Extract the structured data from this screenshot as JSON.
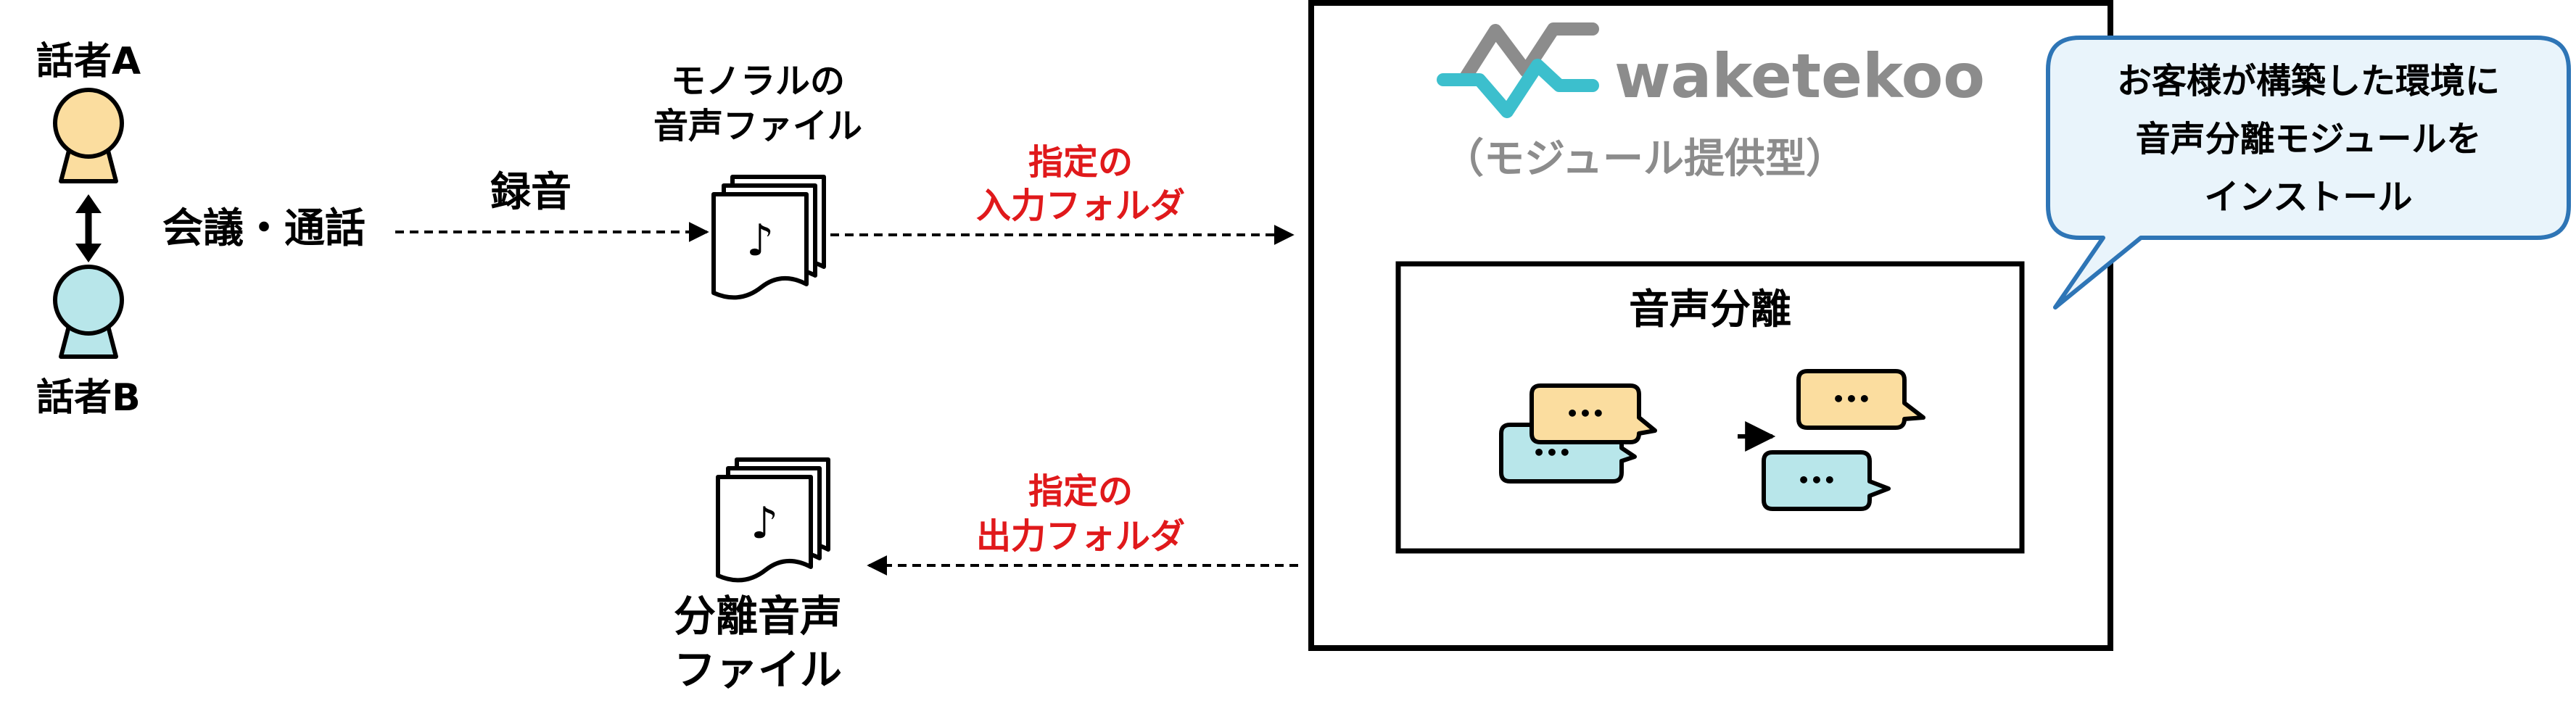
{
  "speakers": {
    "a_label": "話者A",
    "b_label": "話者B"
  },
  "steps": {
    "meeting_call": "会議・通話",
    "recording": "録音"
  },
  "mono_file": {
    "line1": "モノラルの",
    "line2": "音声ファイル",
    "note_glyph": "♪"
  },
  "input_folder": {
    "line1": "指定の",
    "line2": "入力フォルダ"
  },
  "output_folder": {
    "line1": "指定の",
    "line2": "出力フォルダ"
  },
  "separated_file": {
    "line1": "分離音声",
    "line2": "ファイル",
    "note_glyph": "♪"
  },
  "product": {
    "logo_text": "waketekoo",
    "subtitle": "（モジュール提供型）"
  },
  "separation_box": {
    "title": "音声分離",
    "bubble_dots": "•••"
  },
  "callout": {
    "line1": "お客様が構築した環境に",
    "line2": "音声分離モジュールを",
    "line3": "インストール"
  },
  "colors": {
    "accent_text": "#e0191b",
    "speaker_a": "#fbdd9f",
    "speaker_b": "#b8e6ea",
    "logo_teal": "#3cbfcd",
    "logo_gray": "#8c8c8c",
    "callout_fill": "#e9f4fb",
    "callout_border": "#2e75b6"
  }
}
